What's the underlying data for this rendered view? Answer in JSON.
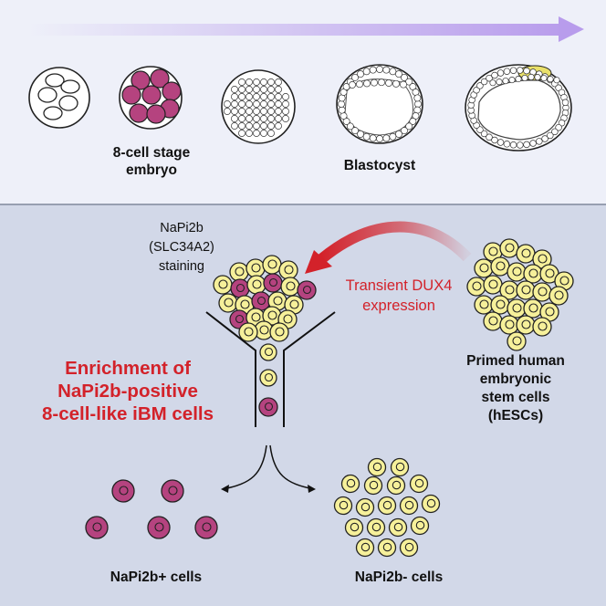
{
  "top_panel": {
    "label_8cell_line1": "8-cell stage",
    "label_8cell_line2": "embryo",
    "label_blastocyst": "Blastocyst"
  },
  "bottom_panel": {
    "staining_line1": "NaPi2b",
    "staining_line2": "(SLC34A2)",
    "staining_line3": "staining",
    "dux4_line1": "Transient DUX4",
    "dux4_line2": "expression",
    "hesc_line1": "Primed human",
    "hesc_line2": "embryonic",
    "hesc_line3": "stem cells",
    "hesc_line4": "(hESCs)",
    "enrich_line1": "Enrichment of",
    "enrich_line2": "NaPi2b-positive",
    "enrich_line3": "8-cell-like iBM cells",
    "pos_label": "NaPi2b+ cells",
    "neg_label": "NaPi2b- cells"
  },
  "colors": {
    "top_bg": "#eef0f9",
    "bottom_bg": "#d2d8e8",
    "magenta_cell": "#b5437f",
    "yellow_cell": "#f6f09a",
    "red_accent": "#d3222a",
    "purple_arrow": "#b59be8"
  }
}
